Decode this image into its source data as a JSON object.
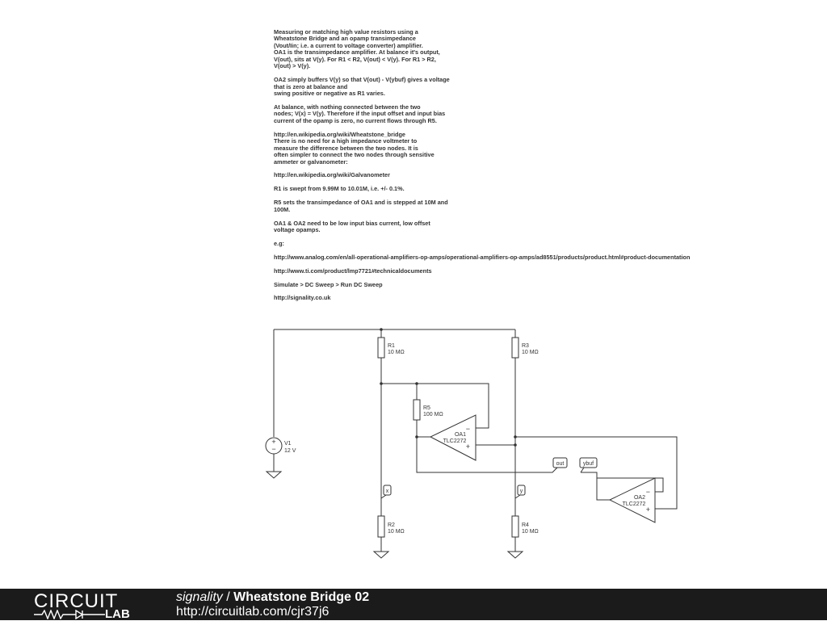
{
  "description": {
    "lines": [
      "Measuring or matching high value resistors using a",
      "Wheatstone Bridge and an opamp transimpedance",
      "(Vout/Iin; i.e. a current to voltage converter) amplifier.",
      "OA1 is the transimpedance amplifier. At balance it's output,",
      "V(out), sits at V(y). For R1 < R2, V(out) < V(y). For R1 > R2,",
      "V(out) > V(y).",
      "",
      "OA2 simply buffers V(y) so that V(out) - V(ybuf) gives a voltage",
      "that is zero at balance and",
      "swing positive or negative as R1 varies.",
      "",
      "At balance, with nothing connected between the two",
      "nodes; V(x) = V(y). Therefore if the input offset and input bias",
      "current of the opamp is zero, no current flows through R5.",
      "",
      "http://en.wikipedia.org/wiki/Wheatstone_bridge",
      "There is no need for a high impedance voltmeter to",
      "measure the difference between the two nodes. It is",
      "often simpler to connect the two nodes through sensitive",
      "ammeter or galvanometer:",
      "",
      "http://en.wikipedia.org/wiki/Galvanometer",
      "",
      "R1 is swept from 9.99M to 10.01M, i.e. +/- 0.1%.",
      "",
      "R5 sets the transimpedance of OA1 and is stepped at 10M and",
      "100M.",
      "",
      "OA1 & OA2 need to be low input bias current, low offset",
      "voltage opamps.",
      "",
      "e.g:",
      "",
      "http://www.analog.com/en/all-operational-amplifiers-op-amps/operational-amplifiers-op-amps/ad8551/products/product.html#product-documentation",
      "",
      "http://www.ti.com/product/lmp7721#technicaldocuments",
      "",
      "Simulate > DC Sweep > Run DC Sweep",
      "",
      "http://signality.co.uk"
    ]
  },
  "schematic": {
    "R1": {
      "name": "R1",
      "value": "10 MΩ"
    },
    "R2": {
      "name": "R2",
      "value": "10 MΩ"
    },
    "R3": {
      "name": "R3",
      "value": "10 MΩ"
    },
    "R4": {
      "name": "R4",
      "value": "10 MΩ"
    },
    "R5": {
      "name": "R5",
      "value": "100 MΩ"
    },
    "V1": {
      "name": "V1",
      "value": "12 V"
    },
    "OA1": {
      "name": "OA1",
      "part": "TLC2272"
    },
    "OA2": {
      "name": "OA2",
      "part": "TLC2272"
    },
    "labels": {
      "x": "x",
      "y": "y",
      "out": "out",
      "ybuf": "ybuf"
    },
    "symbols": {
      "minus": "−",
      "plus": "+"
    }
  },
  "footer": {
    "logo_top": "CIRCUIT",
    "logo_bottom": "LAB",
    "author": "signality",
    "separator": " / ",
    "circuit_name": "Wheatstone Bridge 02",
    "url": "http://circuitlab.com/cjr37j6"
  },
  "colors": {
    "footer_bg": "#1b1b1b",
    "wire": "#333333",
    "text": "#333333"
  }
}
